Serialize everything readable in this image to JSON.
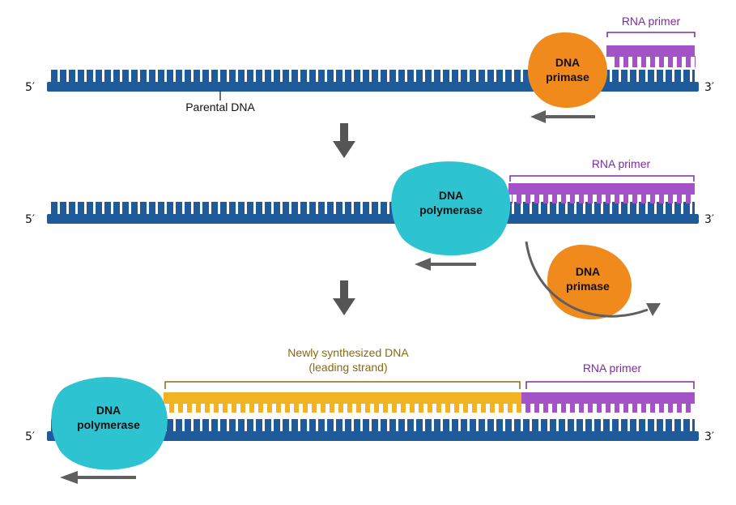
{
  "colors": {
    "dna_blue": "#1f5b9a",
    "rna_purple": "#a352c8",
    "rna_label": "#7a2ea0",
    "new_dna_yellow": "#f2b323",
    "new_dna_label": "#8a6a10",
    "primase_orange": "#f08a1c",
    "polymerase_teal": "#2ec3d0",
    "arrow_gray": "#5f5f5f"
  },
  "end_labels": {
    "five_prime": "5′",
    "three_prime": "3′"
  },
  "panel1": {
    "parental_label": "Parental DNA",
    "primase_label_line1": "DNA",
    "primase_label_line2": "primase",
    "rna_primer_label": "RNA primer",
    "movement_arrow_icon": "arrow-left-icon"
  },
  "panel2": {
    "polymerase_label_line1": "DNA",
    "polymerase_label_line2": "polymerase",
    "rna_primer_label": "RNA primer",
    "released_primase_line1": "DNA",
    "released_primase_line2": "primase",
    "movement_arrow_icon": "arrow-left-icon",
    "release_arrow_icon": "curved-arrow-icon"
  },
  "panel3": {
    "new_dna_line1": "Newly synthesized DNA",
    "new_dna_line2": "(leading strand)",
    "rna_primer_label": "RNA primer",
    "polymerase_label_line1": "DNA",
    "polymerase_label_line2": "polymerase",
    "movement_arrow_icon": "arrow-left-icon"
  },
  "step_arrows": [
    "arrow-down-icon",
    "arrow-down-icon"
  ]
}
